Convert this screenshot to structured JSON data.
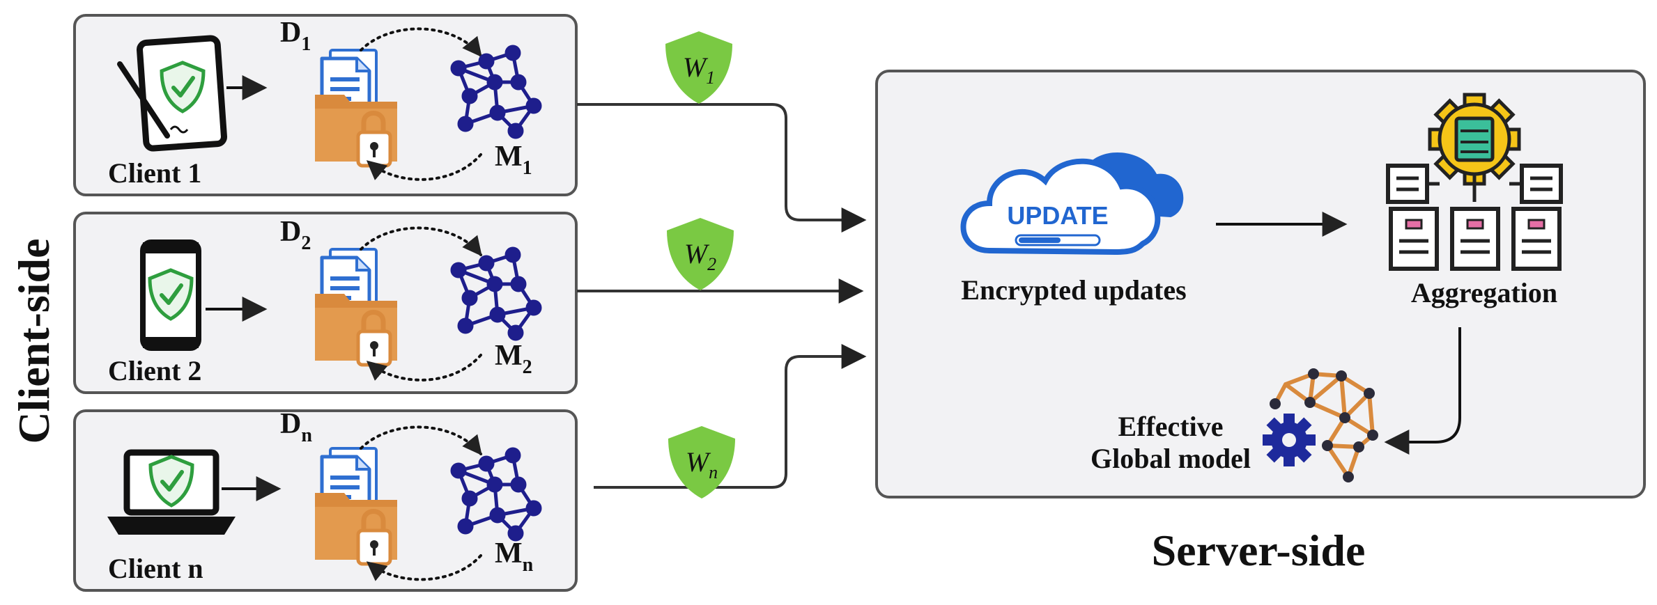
{
  "side_labels": {
    "client_side": "Client-side",
    "server_side": "Server-side"
  },
  "clients": [
    {
      "name": "Client 1",
      "data_letter": "D",
      "data_sub": "1",
      "model_letter": "M",
      "model_sub": "1",
      "weight_letter": "W",
      "weight_sub": "1",
      "device": "tablet-icon"
    },
    {
      "name": "Client 2",
      "data_letter": "D",
      "data_sub": "2",
      "model_letter": "M",
      "model_sub": "2",
      "weight_letter": "W",
      "weight_sub": "2",
      "device": "smartphone-icon"
    },
    {
      "name": "Client n",
      "data_letter": "D",
      "data_sub": "n",
      "model_letter": "M",
      "model_sub": "n",
      "weight_letter": "W",
      "weight_sub": "n",
      "device": "laptop-icon"
    }
  ],
  "server": {
    "cloud_text": "UPDATE",
    "encrypted_label": "Encrypted updates",
    "aggregation_label": "Aggregation",
    "global_label_line1": "Effective",
    "global_label_line2": "Global model"
  },
  "colors": {
    "panel_fill": "#f2f2f4",
    "panel_stroke": "#555555",
    "shield_green": "#2e9e3e",
    "weight_shield": "#7ac943",
    "network_blue": "#1e1e8c",
    "folder_orange": "#d98a3d",
    "doc_blue": "#2f6fd1",
    "cloud_blue": "#2166d0",
    "gear_yellow": "#f5c518",
    "server_pink": "#e56fa5",
    "brain_orange": "#d98a3d",
    "arrow_dark": "#333333"
  }
}
